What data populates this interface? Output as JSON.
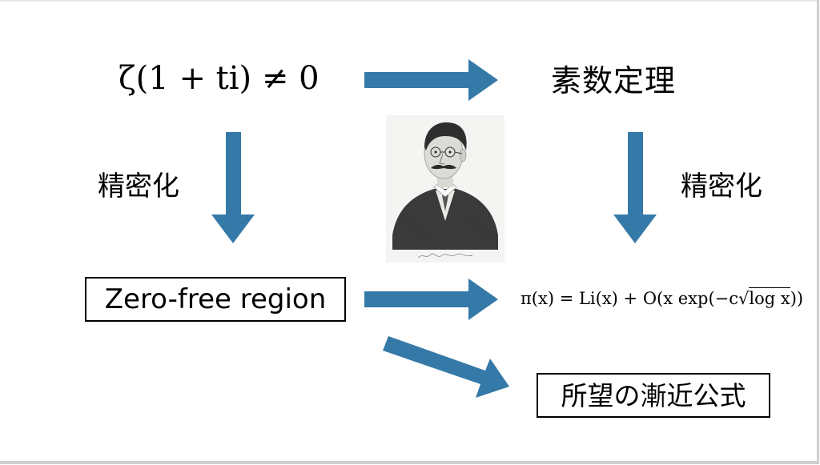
{
  "equations": {
    "zeta_nonvanishing": "ζ(1 + ti) ≠ 0",
    "pnt_error_parts": {
      "lhs": "π(x) = Li(x) + O(x exp(−c",
      "sqrt_body": "log x",
      "tail": "))"
    }
  },
  "labels": {
    "prime_number_theorem": "素数定理",
    "refinement_left": "精密化",
    "refinement_right": "精密化",
    "zero_free_region": "Zero-free region",
    "desired_asymptotic_formula": "所望の漸近公式"
  },
  "colors": {
    "arrow": "#3579a8",
    "box_border": "#000000",
    "background": "#ffffff"
  },
  "portrait": {
    "icon": "mathematician-portrait-engraving",
    "caption_script": "signature"
  }
}
